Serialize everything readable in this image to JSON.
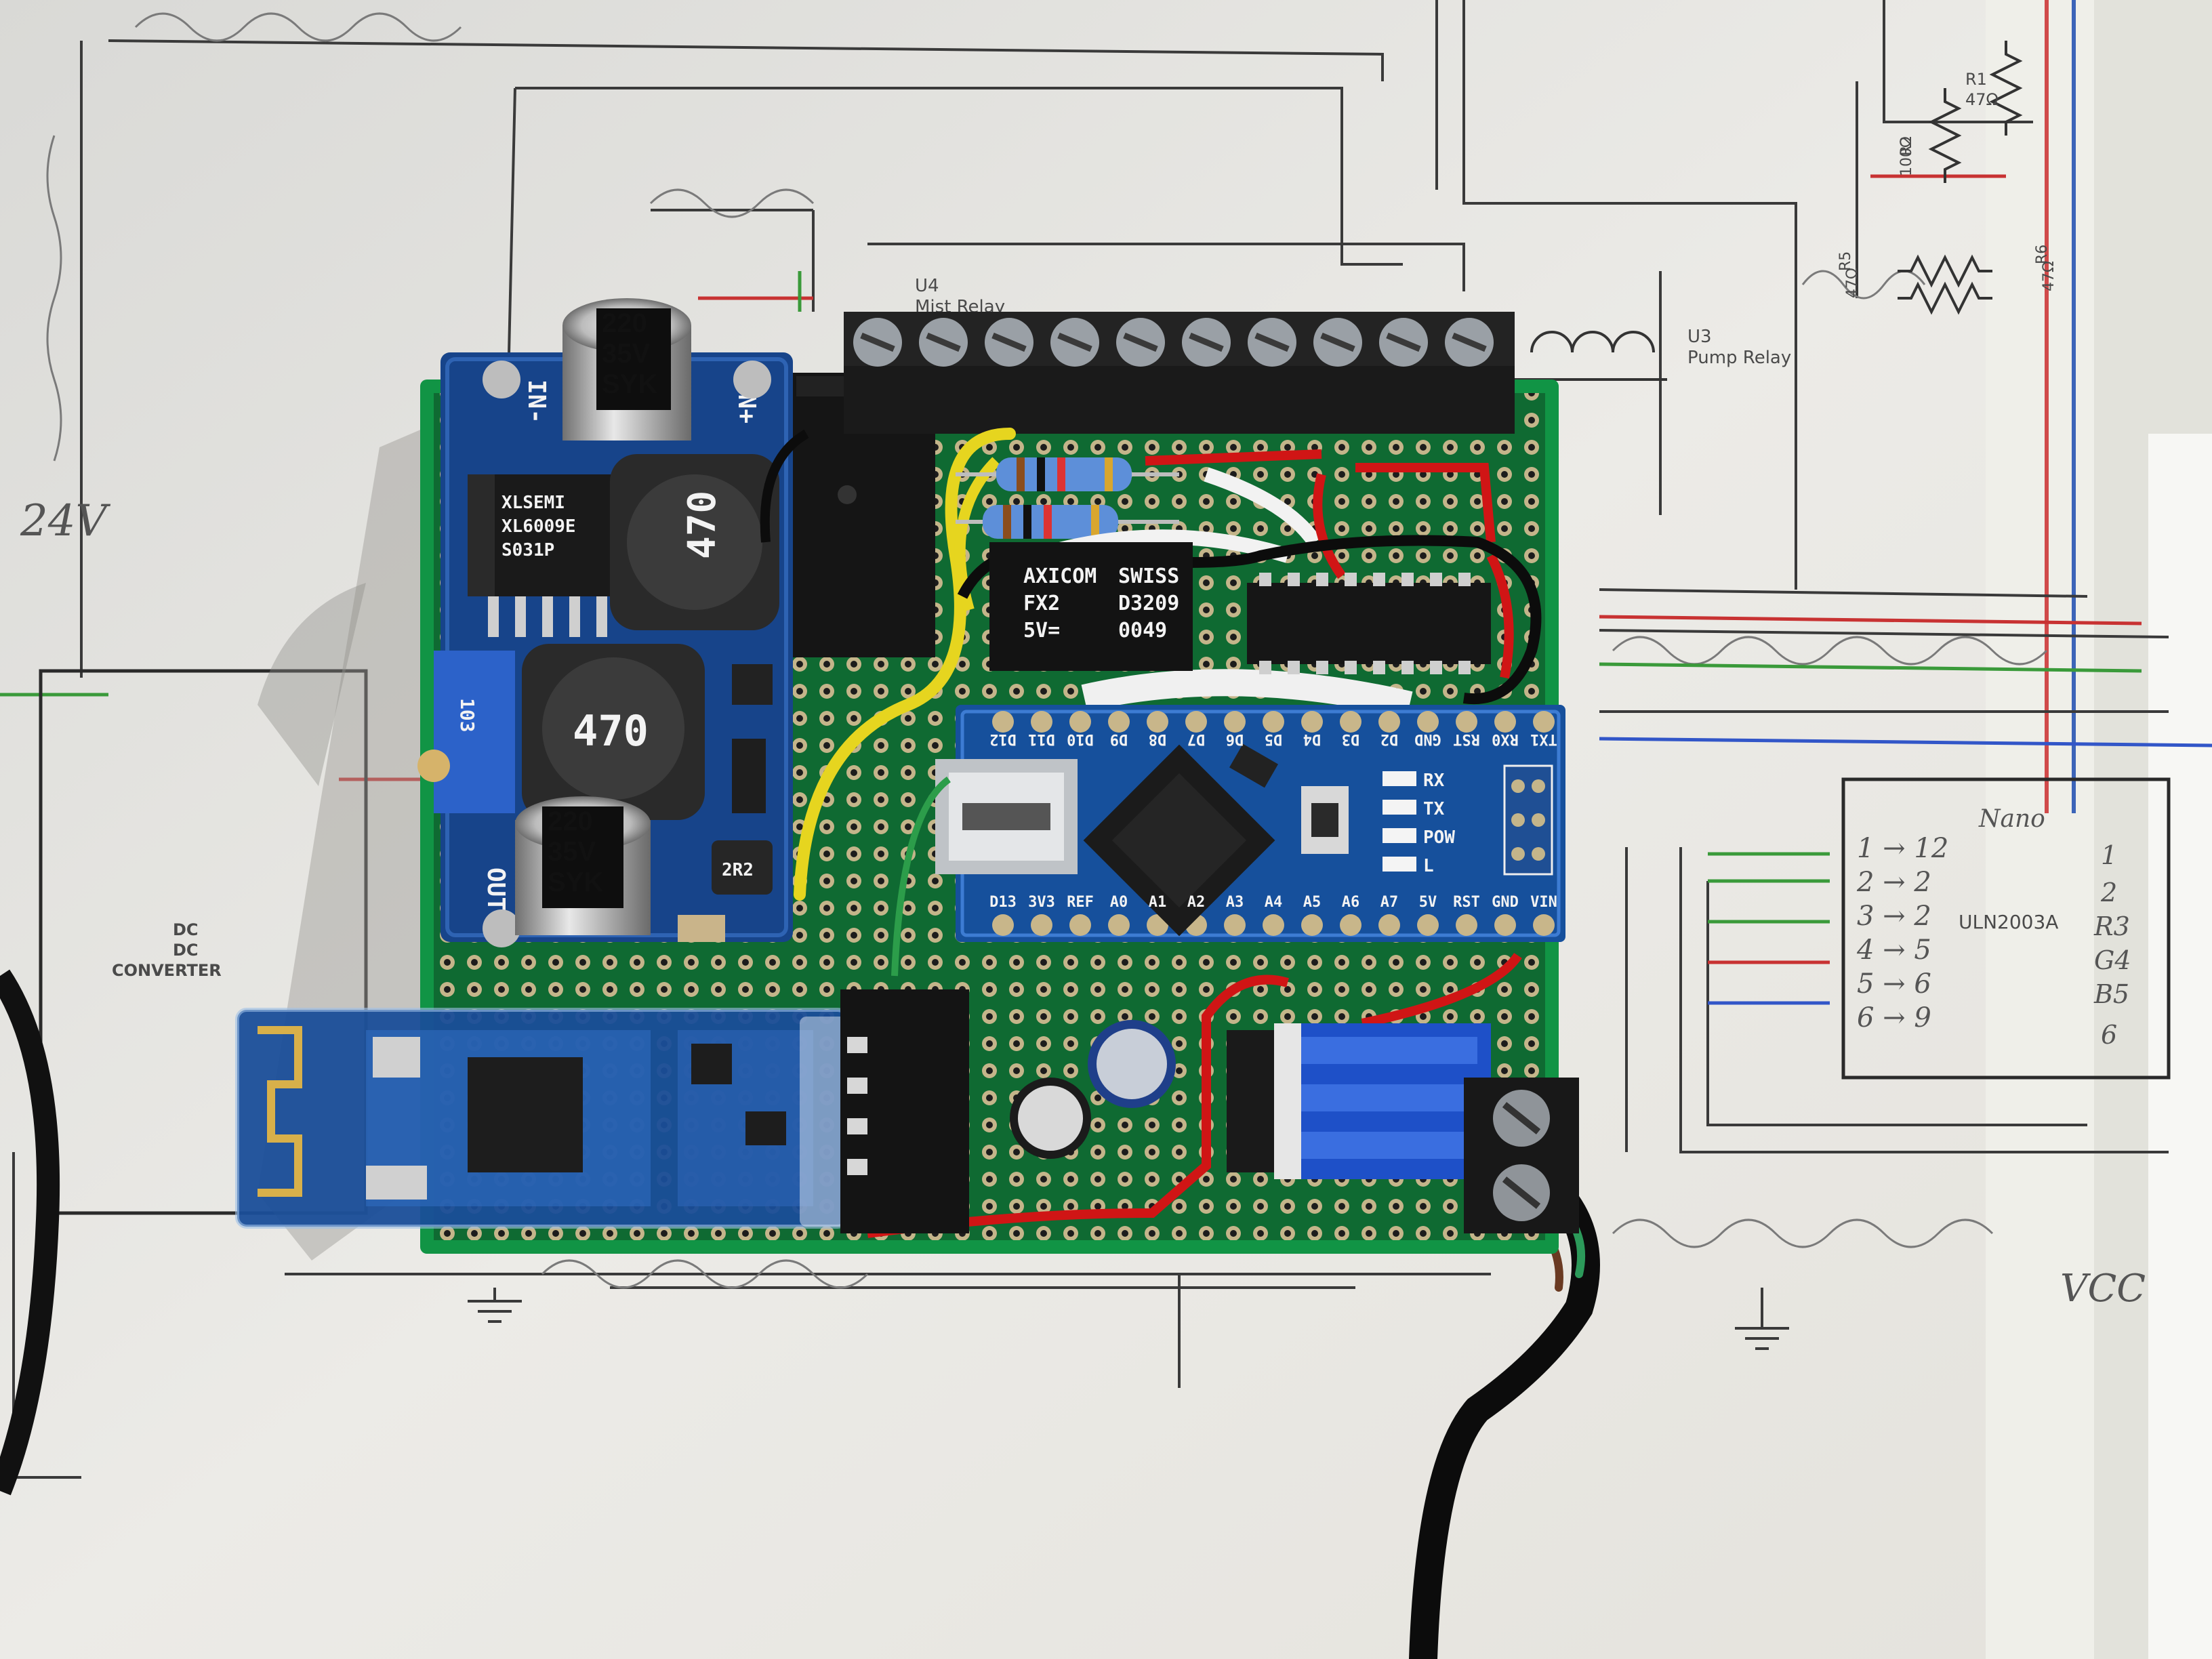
{
  "schematic": {
    "relay_mist": "U4\nMist Relay",
    "relay_pump": "U3\nPump Relay",
    "r1": "R1",
    "r1_val": "47Ω",
    "r2": "R2",
    "r2_val": "100Ω",
    "r5": "R5",
    "r5_val": "47Ω",
    "r6": "R6",
    "r6_val": "47Ω",
    "dcdc_line1": "DC",
    "dcdc_line2": "DC",
    "dcdc_line3": "CONVERTER",
    "nano_label": "Nano",
    "uln_label": "ULN2003A",
    "hand_24v": "24V",
    "hand_vcc": "VCC",
    "mapping": [
      "1 → 12",
      "2 → 2",
      "3 → 2",
      "4 → 5",
      "5 → 6",
      "6 → 9"
    ],
    "uln_pins": [
      "1",
      "2",
      "R3",
      "G4",
      "B5",
      "6"
    ]
  },
  "board": {
    "cap_top": [
      "220",
      "35V",
      "SYK"
    ],
    "cap_bottom": [
      "220",
      "35V",
      "SYK"
    ],
    "inductor_top": "470",
    "inductor_bottom": "470",
    "ic_dcdc": [
      "XLSEMI",
      "XL6009E",
      "S031P"
    ],
    "label_in_minus": "IN-",
    "label_in_plus": "IN+",
    "label_out_minus": "OUT-",
    "pot_label": "103",
    "relay_small": [
      "AXICOM",
      "SWISS",
      "FX2",
      "D3209",
      "5V=",
      "0049"
    ],
    "nano_top_pins": [
      "D12",
      "D11",
      "D10",
      "D9",
      "D8",
      "D7",
      "D6",
      "D5",
      "D4",
      "D3",
      "D2",
      "GND",
      "RST",
      "RX0",
      "TX1"
    ],
    "nano_bottom_pins": [
      "D13",
      "3V3",
      "REF",
      "A0",
      "A1",
      "A2",
      "A3",
      "A4",
      "A5",
      "A6",
      "A7",
      "5V",
      "RST",
      "GND",
      "VIN"
    ],
    "nano_leds": [
      "RX",
      "TX",
      "POW",
      "L"
    ],
    "inductor_small": "2R2"
  }
}
